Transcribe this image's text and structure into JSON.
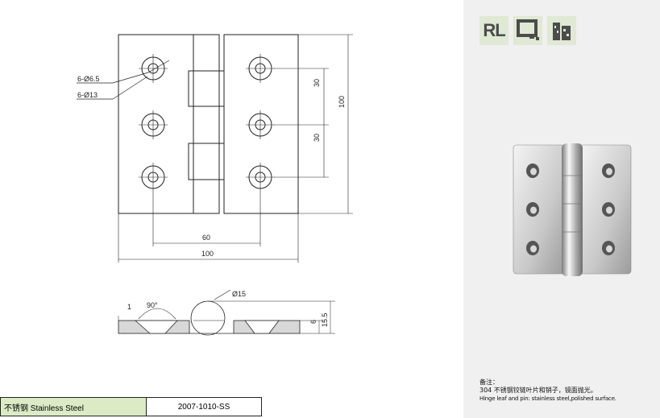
{
  "drawing": {
    "callouts": {
      "hole_small": "6-Ø6.5",
      "hole_large": "6-Ø13",
      "pitch_upper": "30",
      "pitch_lower": "30",
      "height": "100",
      "hole_spacing": "60",
      "width": "100",
      "angle": "90°",
      "thickness": "1",
      "knuckle_diameter": "Ø15",
      "leaf_depth": "6",
      "total_depth": "15.5"
    }
  },
  "logos": {
    "brand": "RL",
    "icon_door": "door-icon",
    "icon_building": "building-icon"
  },
  "notes": {
    "heading": "备注：",
    "line_cn": "304 不锈钢铰链叶片和销子，镜面抛光。",
    "line_en": "Hinge leaf and pin: stainless steel,polished surface."
  },
  "spec": {
    "material": "不锈钢 Stainless Steel",
    "code": "2007-1010-SS"
  },
  "colors": {
    "panel_bg": "#f0f0f0",
    "logo_bg": "#dfe9d3",
    "material_cell": "#dcebc6",
    "line": "#222222"
  }
}
